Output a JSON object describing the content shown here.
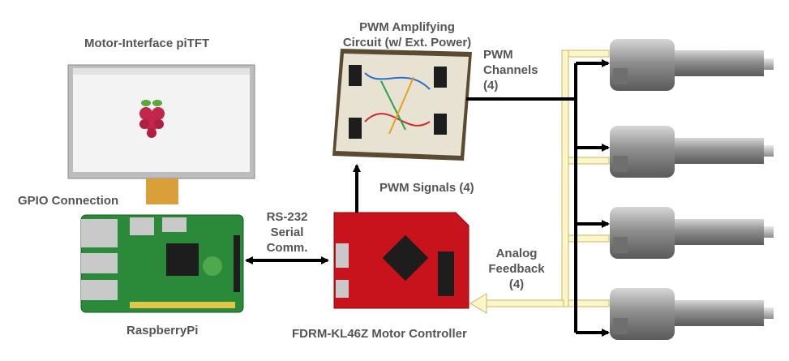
{
  "labels": {
    "tft_title": "Motor-Interface piTFT",
    "pwm_circuit_line1": "PWM Amplifying",
    "pwm_circuit_line2": "Circuit (w/ Ext. Power)",
    "pwm_channels_line1": "PWM",
    "pwm_channels_line2": "Channels",
    "pwm_channels_line3": "(4)",
    "gpio": "GPIO Connection",
    "pwm_signals": "PWM Signals (4)",
    "rs232_line1": "RS-232",
    "rs232_line2": "Serial",
    "rs232_line3": "Comm.",
    "analog_line1": "Analog",
    "analog_line2": "Feedback",
    "analog_line3": "(4)",
    "raspberrypi": "RaspberryPi",
    "controller": "FDRM-KL46Z Motor Controller"
  },
  "colors": {
    "label_text": "#555555",
    "arrow_black": "#000000",
    "feedback_fill": "#fbf6c8",
    "feedback_outline": "#c8b66a",
    "board_red": "#c8121c",
    "pcb_green": "#2a8a3a",
    "actuator_gray": "#9a9a9a"
  }
}
